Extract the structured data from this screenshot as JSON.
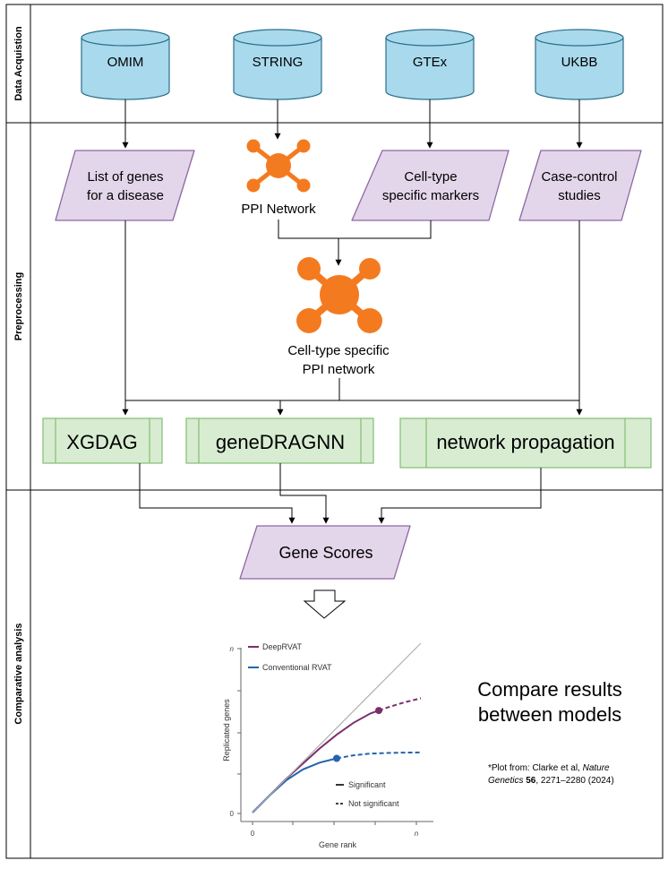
{
  "sections": {
    "data_acquisition": "Data Acquistion",
    "preprocessing": "Preprocessing",
    "comparative": "Comparative analysis"
  },
  "databases": [
    "OMIM",
    "STRING",
    "GTEx",
    "UKBB"
  ],
  "inputs": {
    "genes_line1": "List of genes",
    "genes_line2": "for a disease",
    "ppi": "PPI Network",
    "markers_line1": "Cell-type",
    "markers_line2": "specific markers",
    "case_line1": "Case-control",
    "case_line2": "studies"
  },
  "cell_ppi": {
    "line1": "Cell-type specific",
    "line2": "PPI network"
  },
  "models": [
    "XGDAG",
    "geneDRAGNN",
    "network propagation"
  ],
  "gene_scores": "Gene Scores",
  "compare": {
    "line1": "Compare results",
    "line2": "between models"
  },
  "citation": {
    "prefix": "*Plot from: Clarke et al, ",
    "journal1": "Nature",
    "journal2": "Genetics",
    "volume": " 56",
    "rest": ", 2271–2280 (2024)"
  },
  "colors": {
    "db_fill": "#a9d9ec",
    "purple_fill": "#e4d6ea",
    "purple_stroke": "#8d67a4",
    "green_fill": "#d8ecd2",
    "green_stroke": "#82bf72",
    "network": "#f47a20",
    "deeprvat": "#7a2f6b",
    "conventional": "#2464ae"
  },
  "chart_data": {
    "type": "line",
    "xlabel": "Gene rank",
    "ylabel": "Replicated genes",
    "x_ticks": [
      "0",
      "n"
    ],
    "y_ticks": [
      "0",
      "n"
    ],
    "legend": [
      "DeepRVAT",
      "Conventional RVAT"
    ],
    "legend2": [
      "Significant",
      "Not significant"
    ],
    "series": [
      {
        "name": "DeepRVAT",
        "color": "#7a2f6b",
        "x": [
          0,
          0.1,
          0.2,
          0.3,
          0.4,
          0.5,
          0.6,
          0.7,
          0.8,
          0.9,
          1.0
        ],
        "y": [
          0,
          0.1,
          0.2,
          0.29,
          0.38,
          0.46,
          0.53,
          0.585,
          0.62,
          0.65,
          0.675
        ],
        "significant_until": 0.75
      },
      {
        "name": "Conventional RVAT",
        "color": "#2464ae",
        "x": [
          0,
          0.1,
          0.2,
          0.3,
          0.4,
          0.5,
          0.6,
          0.7,
          0.8,
          0.9,
          1.0
        ],
        "y": [
          0,
          0.1,
          0.19,
          0.255,
          0.295,
          0.32,
          0.338,
          0.348,
          0.352,
          0.354,
          0.355
        ],
        "significant_until": 0.5
      },
      {
        "name": "",
        "color": "#b0b0b0",
        "x": [
          0,
          1
        ],
        "y": [
          0,
          1
        ]
      }
    ],
    "xlim": [
      0,
      1
    ],
    "ylim": [
      0,
      1
    ]
  }
}
